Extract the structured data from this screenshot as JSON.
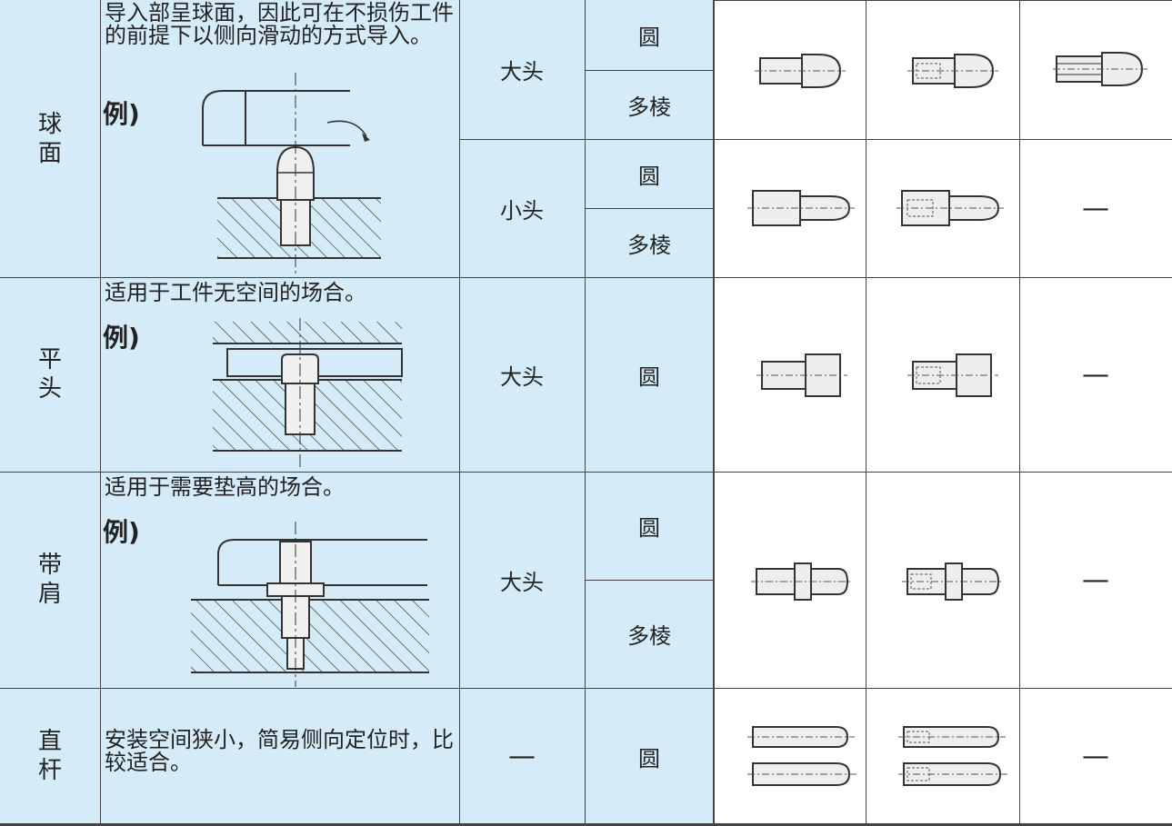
{
  "rows": [
    {
      "shape": "球面",
      "description": "导入部呈球面，因此可在不损伤工件的前提下以侧向滑动的方式导入。",
      "example_label": "例)",
      "heads": [
        {
          "size": "大头",
          "types": [
            "圆",
            "多棱"
          ],
          "col3": ""
        },
        {
          "size": "小头",
          "types": [
            "圆",
            "多棱"
          ],
          "col3": "—"
        }
      ]
    },
    {
      "shape": "平头",
      "description": "适用于工件无空间的场合。",
      "example_label": "例)",
      "heads": [
        {
          "size": "大头",
          "types": [
            "圆"
          ],
          "col3": "—"
        }
      ]
    },
    {
      "shape": "带肩",
      "description": "适用于需要垫高的场合。",
      "example_label": "例)",
      "heads": [
        {
          "size": "大头",
          "types": [
            "圆",
            "多棱"
          ],
          "col3": "—"
        }
      ]
    },
    {
      "shape": "直杆",
      "description": "安装空间狭小，简易侧向定位时，比较适合。",
      "heads": [
        {
          "size": "—",
          "types": [
            "圆"
          ],
          "col3": "—"
        }
      ]
    }
  ],
  "colors": {
    "cell_blue": "#d5ecf8",
    "border": "#444444"
  }
}
